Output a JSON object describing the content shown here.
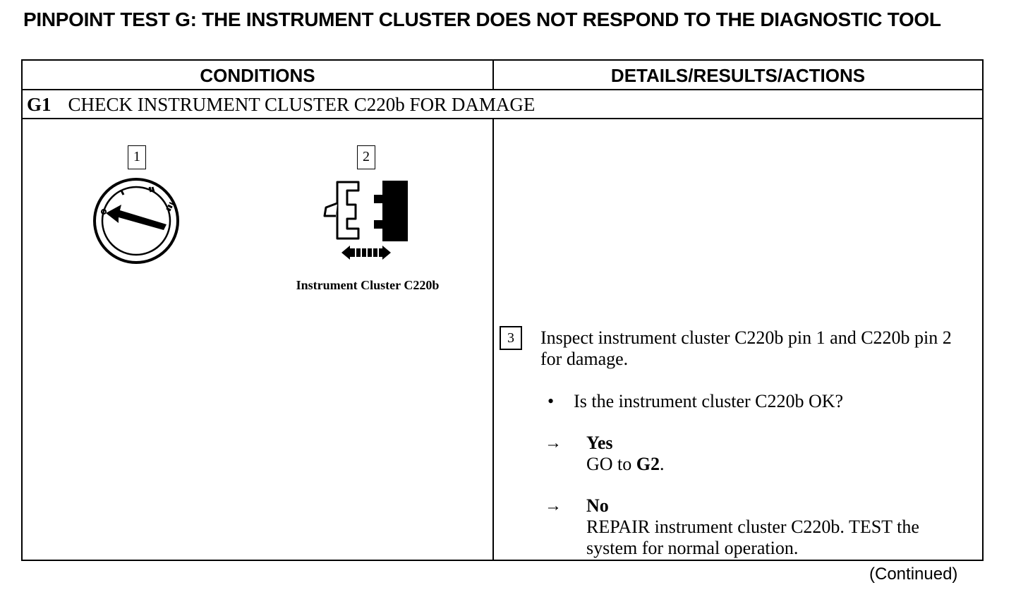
{
  "title": "PINPOINT TEST G: THE INSTRUMENT CLUSTER DOES NOT RESPOND TO THE DIAGNOSTIC TOOL",
  "table": {
    "headers": {
      "conditions": "CONDITIONS",
      "details": "DETAILS/RESULTS/ACTIONS"
    },
    "step": {
      "id": "G1",
      "label": "CHECK INSTRUMENT CLUSTER C220b FOR DAMAGE"
    },
    "conditions_column": {
      "callout_1": "1",
      "callout_2": "2",
      "diagram_caption": "Instrument Cluster C220b"
    },
    "details_column": {
      "callout_3": "3",
      "instruction": "Inspect instrument cluster C220b pin 1 and C220b pin 2 for damage.",
      "bullet": "•",
      "question": "Is the instrument cluster C220b OK?",
      "arrow": "→",
      "yes_label": "Yes",
      "yes_action_prefix": "GO to ",
      "yes_action_target": "G2",
      "yes_action_suffix": ".",
      "no_label": "No",
      "no_action": "REPAIR instrument cluster C220b. TEST the system for normal operation."
    }
  },
  "footer": {
    "continued": "(Continued)"
  },
  "icons": {
    "ignition_switch": "ignition-switch-icon",
    "connector": "connector-icon"
  },
  "colors": {
    "ink": "#000000",
    "paper": "#ffffff"
  }
}
